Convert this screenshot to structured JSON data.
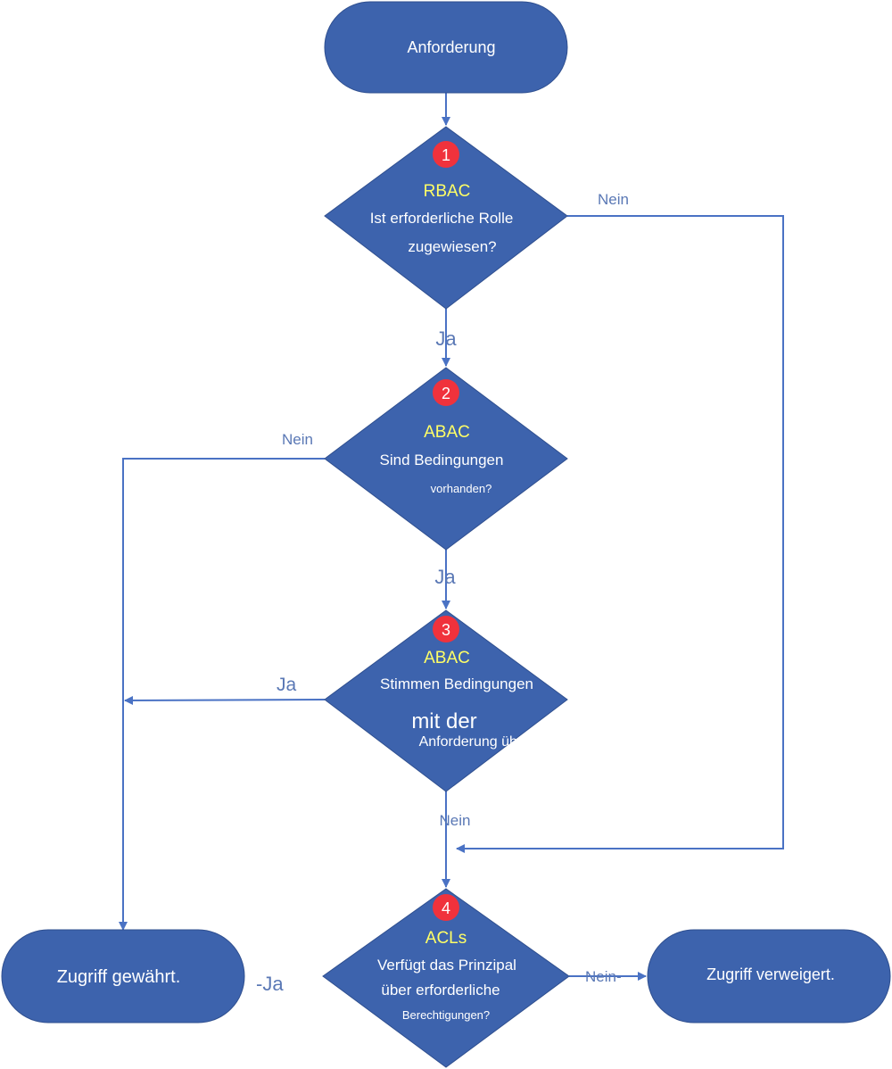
{
  "colors": {
    "shape_fill": "#3d63ad",
    "shape_stroke": "#2f4f8f",
    "connector": "#4a72c4",
    "edge_label": "#5a78b5",
    "badge": "#f0323c",
    "highlight_text": "#ffff66",
    "text": "#ffffff"
  },
  "nodes": {
    "start": {
      "label": "Anforderung"
    },
    "d1": {
      "badge": "1",
      "title": "RBAC",
      "line1": "Ist erforderliche Rolle",
      "line2": "zugewiesen?"
    },
    "d2": {
      "badge": "2",
      "title": "ABAC",
      "line1": "Sind Bedingungen",
      "line2": "vorhanden?"
    },
    "d3": {
      "badge": "3",
      "title": "ABAC",
      "line1": "Stimmen Bedingungen",
      "line2": "mit der",
      "line3": "Anforderung überein?"
    },
    "d4": {
      "badge": "4",
      "title": "ACLs",
      "line1": "Verfügt das Prinzipal",
      "line2": "über erforderliche",
      "line3": "Berechtigungen?"
    },
    "granted": {
      "label": "Zugriff gewährt."
    },
    "denied": {
      "label": "Zugriff verweigert."
    }
  },
  "edges": {
    "d1_no": "Nein",
    "d1_yes": "Ja",
    "d2_no": "Nein",
    "d2_yes": "Ja",
    "d3_yes": "Ja",
    "d3_no": "Nein",
    "d4_yes": "-Ja",
    "d4_no": "Nein-"
  }
}
